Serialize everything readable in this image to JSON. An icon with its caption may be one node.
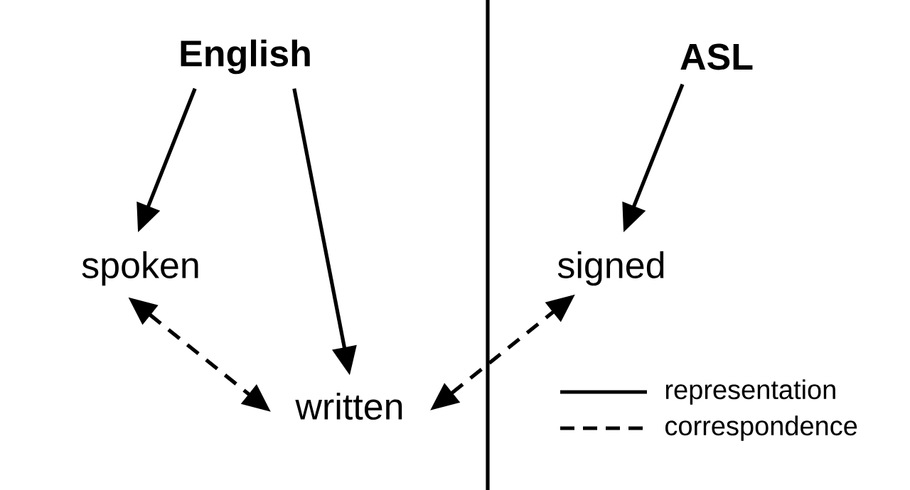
{
  "diagram": {
    "nodes": [
      {
        "text": [
          "English"
        ]
      },
      {
        "text": [
          "ASL"
        ]
      },
      {
        "text": [
          "spoken"
        ]
      },
      {
        "text": [
          "written"
        ]
      },
      {
        "text": [
          "signed"
        ]
      }
    ],
    "edges": [
      {
        "from": 0,
        "to": 2,
        "arrow": "to"
      },
      {
        "from": 0,
        "to": 3,
        "arrow": "to"
      },
      {
        "from": 1,
        "to": 4,
        "arrow": "to"
      },
      {
        "from": 2,
        "to": 3,
        "arrow": "both",
        "style": "dashed"
      },
      {
        "from": 3,
        "to": 4,
        "arrow": "both",
        "style": "dashed"
      }
    ],
    "legend": [
      {
        "text": "representation"
      },
      {
        "text": "correspondence"
      }
    ]
  }
}
